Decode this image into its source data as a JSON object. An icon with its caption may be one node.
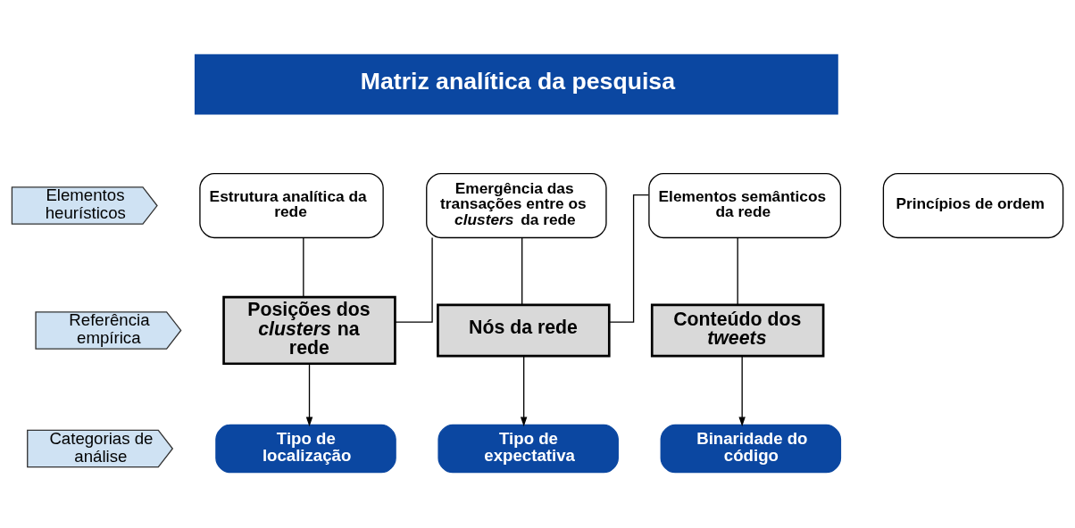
{
  "diagram": {
    "nodes": [
      {
        "text": [
          "Matriz analítica da pesquisa"
        ]
      },
      {
        "text": [
          "Elementos heurísticos"
        ]
      },
      {
        "text": [
          "Estrutura analítica da rede"
        ]
      },
      {
        "text": [
          "Emergência das transações entre os *clusters* da rede"
        ]
      },
      {
        "text": [
          "Elementos semânticos da rede"
        ]
      },
      {
        "text": [
          "Princípios de ordem"
        ]
      },
      {
        "text": [
          "Referência empírica"
        ]
      },
      {
        "text": [
          "Posições dos *clusters* na rede"
        ]
      },
      {
        "text": [
          "Nós da rede"
        ]
      },
      {
        "text": [
          "Conteúdo dos *tweets*"
        ]
      },
      {
        "text": [
          "Categorias de análise"
        ]
      },
      {
        "text": [
          "Tipo de localização"
        ]
      },
      {
        "text": [
          "Tipo de expectativa"
        ]
      },
      {
        "text": [
          "Binaridade do código"
        ]
      }
    ],
    "edges": [
      {
        "from": 2,
        "to": 7,
        "arrow": "none"
      },
      {
        "from": 3,
        "to": 7,
        "arrow": "none"
      },
      {
        "from": 3,
        "to": 8,
        "arrow": "none"
      },
      {
        "from": 4,
        "to": 8,
        "arrow": "none"
      },
      {
        "from": 4,
        "to": 9,
        "arrow": "none"
      },
      {
        "from": 7,
        "to": 11,
        "arrow": "to"
      },
      {
        "from": 8,
        "to": 12,
        "arrow": "to"
      },
      {
        "from": 9,
        "to": 13,
        "arrow": "to"
      }
    ]
  }
}
